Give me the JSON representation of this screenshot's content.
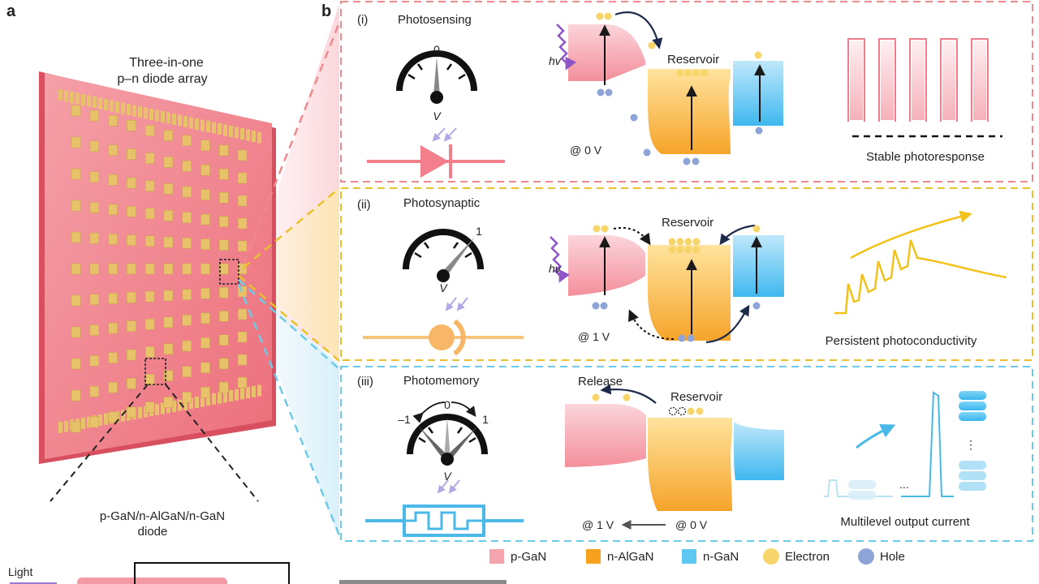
{
  "panel_a": {
    "letter": "a",
    "array_title_line1": "Three-in-one",
    "array_title_line2": "p–n diode array",
    "diode_caption_line1": "p-GaN/n-AlGaN/n-GaN",
    "diode_caption_line2": "diode",
    "light_label": "Light"
  },
  "panel_b": {
    "letter": "b",
    "rows": [
      {
        "index": "(i)",
        "title": "Photosensing",
        "gauge_value": "0",
        "gauge_var": "V",
        "hv_label": "hv",
        "reservoir_label": "Reservoir",
        "bias_label": "@ 0 V",
        "caption": "Stable photoresponse"
      },
      {
        "index": "(ii)",
        "title": "Photosynaptic",
        "gauge_value": "1",
        "gauge_var": "V",
        "hv_label": "hv",
        "reservoir_label": "Reservoir",
        "bias_label": "@ 1 V",
        "caption": "Persistent photoconductivity"
      },
      {
        "index": "(iii)",
        "title": "Photomemory",
        "gauge_neg": "–1",
        "gauge_value": "0",
        "gauge_pos": "1",
        "gauge_var": "V",
        "release_label": "Release",
        "reservoir_label": "Reservoir",
        "bias_label_left": "@ 1 V",
        "bias_label_right": "@ 0 V",
        "ellipsis": "...",
        "caption": "Multilevel output current"
      }
    ],
    "legend": [
      {
        "label": "p-GaN",
        "color": "#f5a3ad"
      },
      {
        "label": "n-AlGaN",
        "color": "#f7a21e"
      },
      {
        "label": "n-GaN",
        "color": "#5ec8f2"
      },
      {
        "label": "Electron",
        "color": "#f7d56a"
      },
      {
        "label": "Hole",
        "color": "#8fa4d6"
      }
    ]
  },
  "colors": {
    "row1_border": "#ee8a8e",
    "row2_border": "#e9c12a",
    "row3_border": "#6ccbe8",
    "pgan": "#f5a3ad",
    "nalgan": "#f8b540",
    "ngan": "#5ec8f2",
    "electron": "#f7d56a",
    "hole": "#8fa4d6",
    "device": "#ef7a85"
  }
}
